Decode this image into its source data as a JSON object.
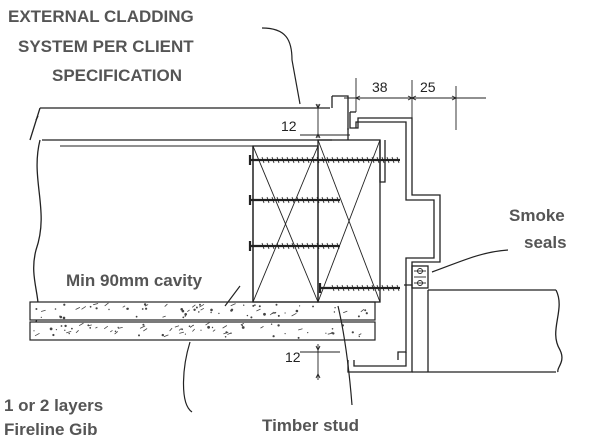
{
  "labels": {
    "cladding": [
      "EXTERNAL CLADDING",
      "SYSTEM PER CLIENT",
      "SPECIFICATION"
    ],
    "smoke_seals": [
      "Smoke",
      "seals"
    ],
    "cavity": "Min 90mm cavity",
    "gib": [
      "1 or 2 layers",
      "Fireline Gib"
    ],
    "stud": "Timber stud"
  },
  "dimensions": {
    "frame_depth": "38",
    "reveal": "25",
    "top_gap": "12",
    "bottom_gap": "12"
  }
}
